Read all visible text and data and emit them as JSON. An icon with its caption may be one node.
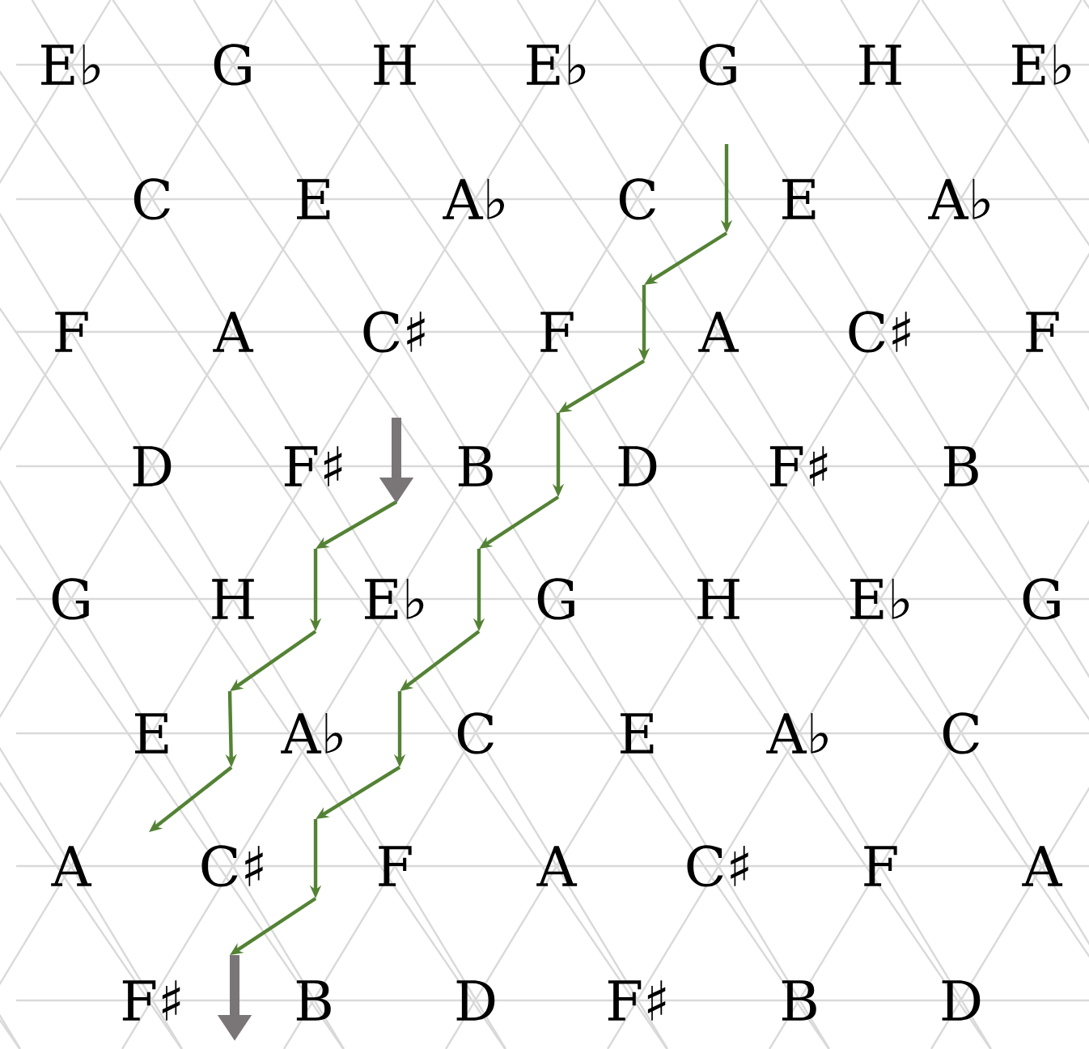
{
  "diagram": {
    "labels": [
      "E♭",
      "G",
      "H",
      "E♭",
      "G",
      "H",
      "E♭",
      "C",
      "E",
      "A♭",
      "C",
      "E",
      "A♭",
      "F",
      "A",
      "C♯",
      "F",
      "A",
      "C♯",
      "F",
      "D",
      "F♯",
      "B",
      "D",
      "F♯",
      "B",
      "G",
      "H",
      "E♭",
      "G",
      "H",
      "E♭",
      "G",
      "E",
      "A♭",
      "C",
      "E",
      "A♭",
      "C",
      "A",
      "C♯",
      "F",
      "A",
      "C♯",
      "F",
      "A",
      "F♯",
      "B",
      "D",
      "F♯",
      "B",
      "D"
    ]
  }
}
